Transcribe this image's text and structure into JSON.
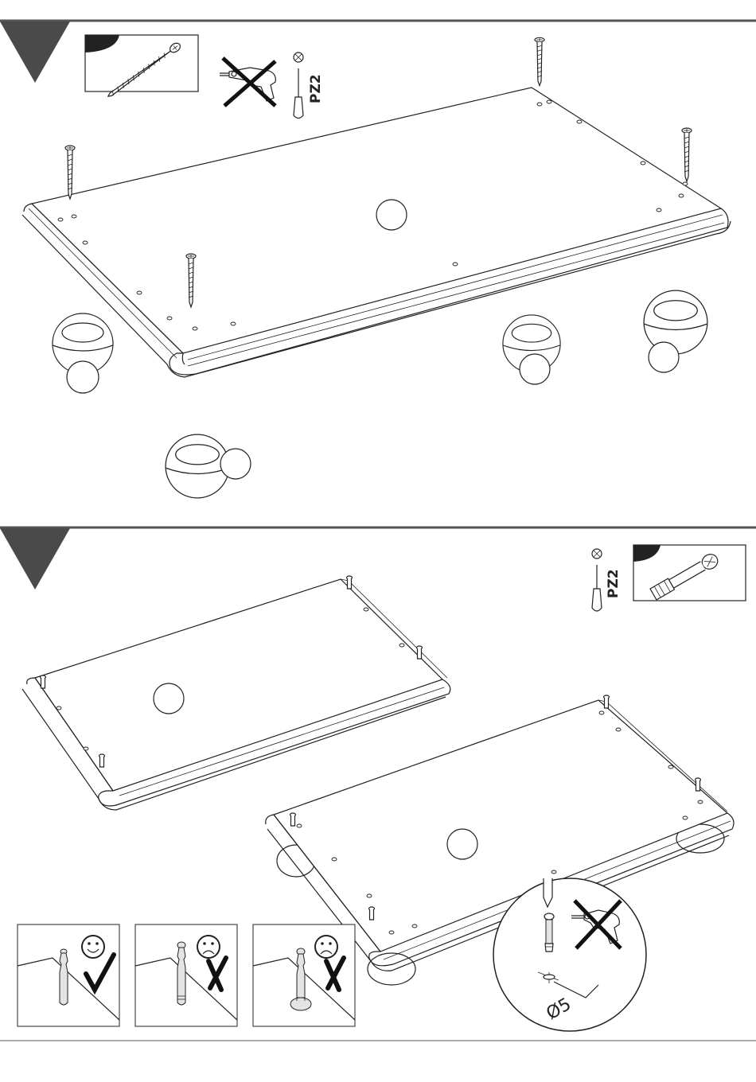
{
  "steps": [
    {
      "tool_label": "PZ2",
      "no_drill_icon": "crossed-out-power-drill-icon",
      "screwdriver_icon": "phillips-screwdriver-icon",
      "part_icon": "wood-screw-icon"
    },
    {
      "tool_label": "PZ2",
      "screwdriver_icon": "phillips-screwdriver-icon",
      "part_icon": "cam-bolt-icon",
      "no_drill_icon": "crossed-out-power-drill-icon",
      "detail_dimension": "Ø5",
      "correct_examples": [
        {
          "face": "smiley-face-icon",
          "mark": "check-mark-icon"
        },
        {
          "face": "frowning-face-icon",
          "mark": "x-mark-icon"
        },
        {
          "face": "frowning-face-icon",
          "mark": "x-mark-icon"
        }
      ]
    }
  ],
  "colors": {
    "step_triangle": "#4a4a4a",
    "line": "#222222",
    "separator": "#555555"
  }
}
